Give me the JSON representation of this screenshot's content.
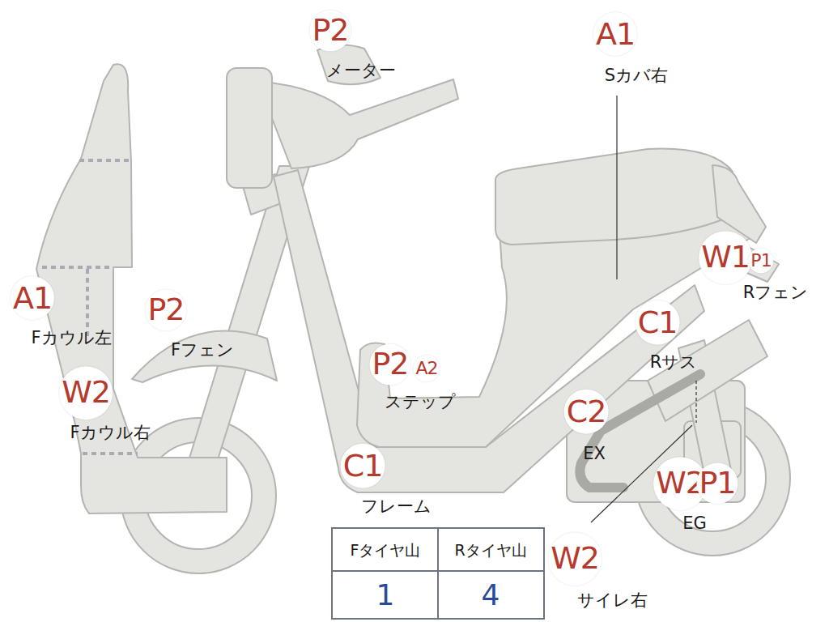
{
  "diagram": {
    "labels": [
      "P2",
      "メーター",
      "A1",
      "Sカバ右",
      "A1",
      "Fカウル左",
      "W2",
      "Fカウル右",
      "P2",
      "Fフェン",
      "W1",
      "P1",
      "Rフェン",
      "C1",
      "Rサス",
      "P2",
      "A2",
      "ステップ",
      "C2",
      "EX",
      "C1",
      "フレーム",
      "W2",
      "P1",
      "EG",
      "Fタイヤ山",
      "Rタイヤ山",
      "1",
      "4",
      "W2",
      "サイレ右"
    ]
  }
}
